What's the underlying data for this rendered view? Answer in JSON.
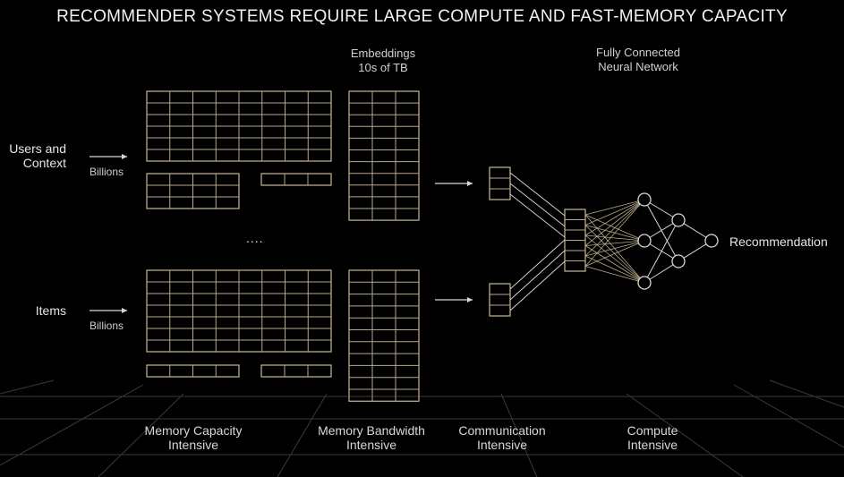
{
  "title": "RECOMMENDER SYSTEMS REQUIRE LARGE COMPUTE AND FAST-MEMORY CAPACITY",
  "inputs": {
    "users": {
      "line1": "Users and",
      "line2": "Context",
      "count": "Billions"
    },
    "items": {
      "label": "Items",
      "count": "Billions"
    }
  },
  "ellipsis": "....",
  "embeddings": {
    "line1": "Embeddings",
    "line2": "10s of TB"
  },
  "network": {
    "line1": "Fully Connected",
    "line2": "Neural Network"
  },
  "output": "Recommendation",
  "footer": [
    {
      "line1": "Memory Capacity",
      "line2": "Intensive"
    },
    {
      "line1": "Memory Bandwidth",
      "line2": "Intensive"
    },
    {
      "line1": "Communication",
      "line2": "Intensive"
    },
    {
      "line1": "Compute",
      "line2": "Intensive"
    }
  ],
  "colors": {
    "grid": "#b9a98a",
    "line": "#d8d8d8",
    "floor": "#3a3a3a"
  }
}
